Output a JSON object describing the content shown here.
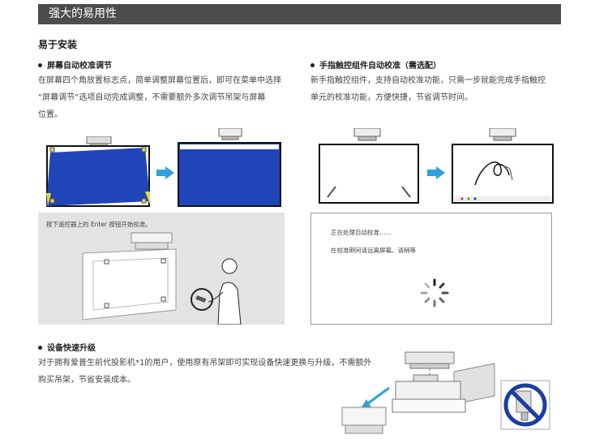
{
  "header": {
    "title": "强大的易用性"
  },
  "install": {
    "title": "易于安装",
    "left": {
      "heading": "屏幕自动校准调节",
      "lines": [
        "在屏幕四个角放置标志点，简单调整屏幕位置后，即可在菜单中选择",
        "“屏幕调节”选项自动完成调整，不需要额外多次调节吊架与屏幕",
        "位置。"
      ],
      "remote_caption": "按下遥控器上的 Enter 按钮开始校准。"
    },
    "right": {
      "heading": "手指触控组件自动校准（需选配）",
      "lines": [
        "新手指触控组件，支持自动校准功能，只需一步就能完成手指触控",
        "单元的校准功能，方便快捷，节省调节时间。"
      ],
      "status_line1": "正在处理自动校准……",
      "status_line2": "在校准期间请远离屏幕。请稍等"
    }
  },
  "upgrade": {
    "heading": "设备快速升级",
    "lines": [
      "对于拥有爱普生前代投影机*1的用户，使用原有吊架即可实现设备快速更换与升级，不需额外",
      "购买吊架，节省安装成本。"
    ]
  },
  "colors": {
    "header_bg": "#4d4d4d",
    "screen_blue": "#1f45b8",
    "arrow_blue": "#2ea0dc",
    "prohibit_blue": "#1a3fa0"
  }
}
